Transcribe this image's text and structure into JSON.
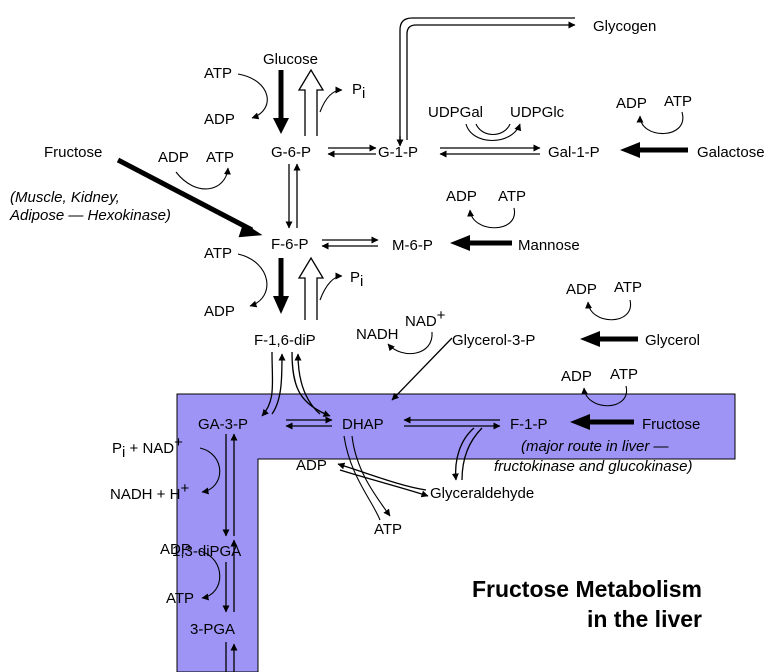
{
  "title": {
    "line1": "Fructose Metabolism",
    "line2": "in the liver"
  },
  "colors": {
    "band": "#9d94f5",
    "ink": "#000000"
  },
  "metabolites": {
    "glucose": "Glucose",
    "g6p": "G-6-P",
    "g1p": "G-1-P",
    "glycogen": "Glycogen",
    "udpgal": "UDPGal",
    "udpglc": "UDPGlc",
    "gal1p": "Gal-1-P",
    "galactose": "Galactose",
    "fructose_top": "Fructose",
    "f6p": "F-6-P",
    "m6p": "M-6-P",
    "mannose": "Mannose",
    "f16dip": "F-1,6-diP",
    "nadh": "NADH",
    "nad": "NAD",
    "glycerol3p": "Glycerol-3-P",
    "glycerol": "Glycerol",
    "ga3p": "GA-3-P",
    "dhap": "DHAP",
    "f1p": "F-1-P",
    "fructose_liver": "Fructose",
    "glyceraldehyde": "Glyceraldehyde",
    "pi_nad": "P",
    "pi_nad_rest": " + NAD",
    "nadh_h": "NADH + H",
    "dipga13": "1,3-diPGA",
    "pga3": "3-PGA"
  },
  "cofactors": {
    "atp": "ATP",
    "adp": "ADP",
    "pi_p": "P",
    "pi_sub": "i",
    "plus": "+"
  },
  "notes": {
    "muscle_1": "(Muscle, Kidney,",
    "muscle_2": "Adipose — Hexokinase)",
    "liver_1": "(major route in liver —",
    "liver_2": "fructokinase and glucokinase)"
  }
}
